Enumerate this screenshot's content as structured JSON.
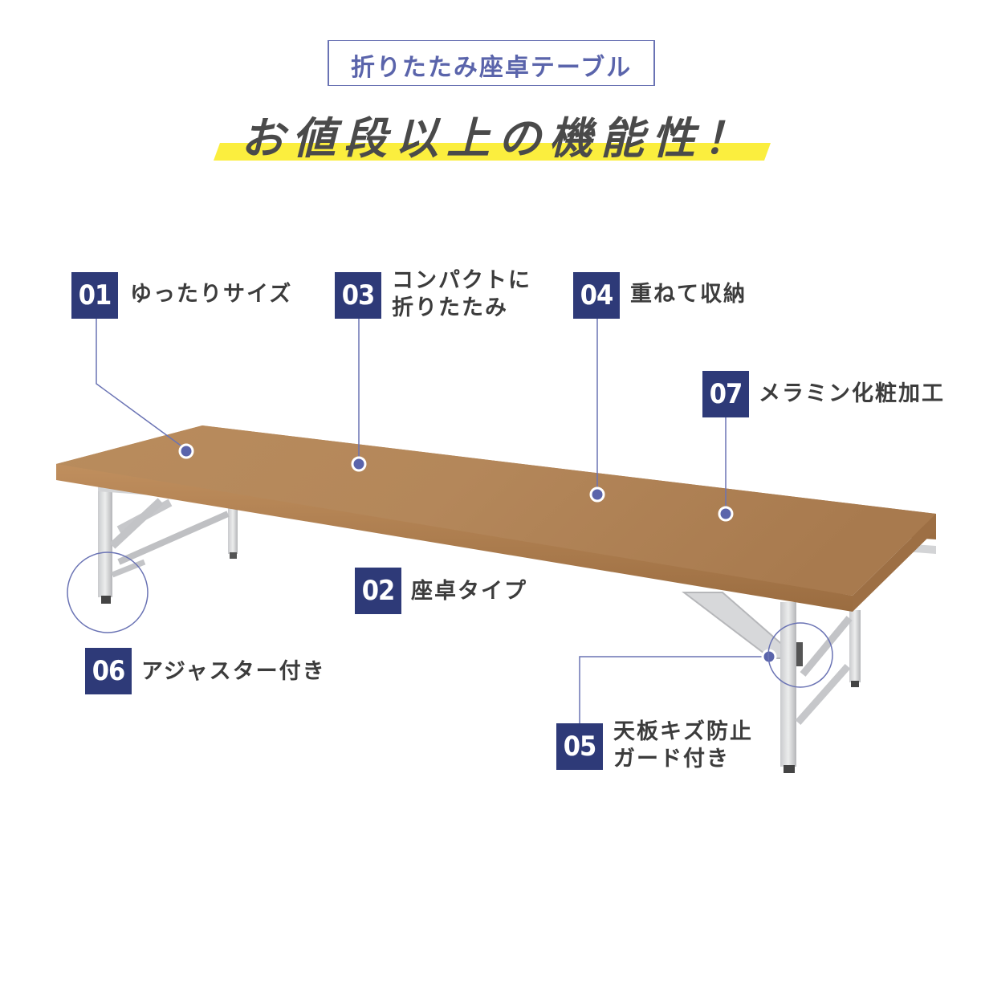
{
  "header": {
    "subtitle": "折りたたみ座卓テーブル",
    "title": "お値段以上の機能性！"
  },
  "features": [
    {
      "num": "01",
      "lines": [
        "ゆったりサイズ"
      ]
    },
    {
      "num": "03",
      "lines": [
        "コンパクトに",
        "折りたたみ"
      ]
    },
    {
      "num": "04",
      "lines": [
        "重ねて収納"
      ]
    },
    {
      "num": "07",
      "lines": [
        "メラミン化粧加工"
      ]
    },
    {
      "num": "02",
      "lines": [
        "座卓タイプ"
      ]
    },
    {
      "num": "06",
      "lines": [
        "アジャスター付き"
      ]
    },
    {
      "num": "05",
      "lines": [
        "天板キズ防止",
        "ガード付き"
      ]
    }
  ],
  "colors": {
    "badge": "#2e3a78",
    "accent_line": "#6a73b4",
    "highlight": "#fbee3e",
    "tabletop": "#b4875a"
  }
}
